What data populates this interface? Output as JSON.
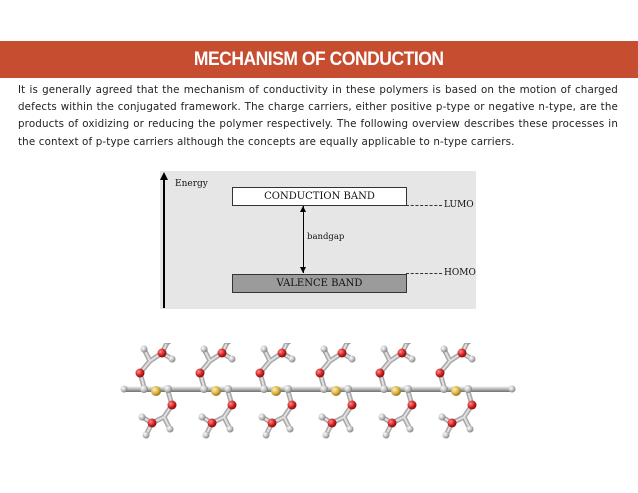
{
  "header": {
    "title": "MECHANISM OF CONDUCTION"
  },
  "body": {
    "paragraph": "It is generally agreed that the mechanism of conductivity in these polymers is based on the motion of charged defects within the conjugated framework. The charge carriers, either positive p-type or negative n-type, are the products of oxidizing or reducing the polymer respectively. The following overview describes these processes in the context of p-type carriers although the concepts are equally applicable to n-type carriers."
  },
  "band_diagram": {
    "axis_label": "Energy",
    "conduction_band": "CONDUCTION BAND",
    "valence_band": "VALENCE BAND",
    "bandgap_label": "bandgap",
    "lumo_label": "LUMO",
    "homo_label": "HOMO"
  },
  "colors": {
    "banner": "#c64d2f",
    "carbon": "#bdbdbd",
    "oxygen": "#cc1f1f",
    "sulfur": "#d9b040",
    "hydrogen": "#f2f2f2"
  }
}
